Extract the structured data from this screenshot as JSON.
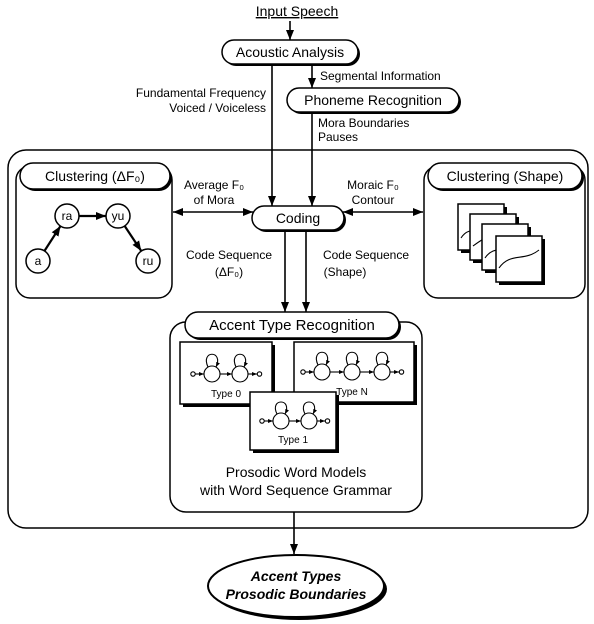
{
  "input_speech": "Input Speech",
  "acoustic_analysis": "Acoustic Analysis",
  "segmental_information": "Segmental Information",
  "f0_info": [
    "Fundamental Frequency",
    "Voiced / Voiceless"
  ],
  "phoneme_recognition": "Phoneme Recognition",
  "phoneme_outputs": [
    "Mora Boundaries",
    "Pauses"
  ],
  "clustering_df0": {
    "title": "Clustering (ΔF₀)",
    "nodes": [
      "ra",
      "yu",
      "a",
      "ru"
    ]
  },
  "clustering_shape": {
    "title": "Clustering (Shape)"
  },
  "coding": "Coding",
  "average_f0": [
    "Average F₀",
    "of Mora"
  ],
  "moraic_f0": [
    "Moraic F₀",
    "Contour"
  ],
  "code_sequence_df0": [
    "Code Sequence",
    "(ΔF₀)"
  ],
  "code_sequence_shape": [
    "Code Sequence",
    "(Shape)"
  ],
  "accent_type_recognition": {
    "title": "Accent Type Recognition",
    "models": [
      "Type 0",
      "Type N",
      "Type 1"
    ],
    "caption": [
      "Prosodic Word Models",
      "with Word Sequence Grammar"
    ]
  },
  "output": [
    "Accent Types",
    "Prosodic Boundaries"
  ]
}
